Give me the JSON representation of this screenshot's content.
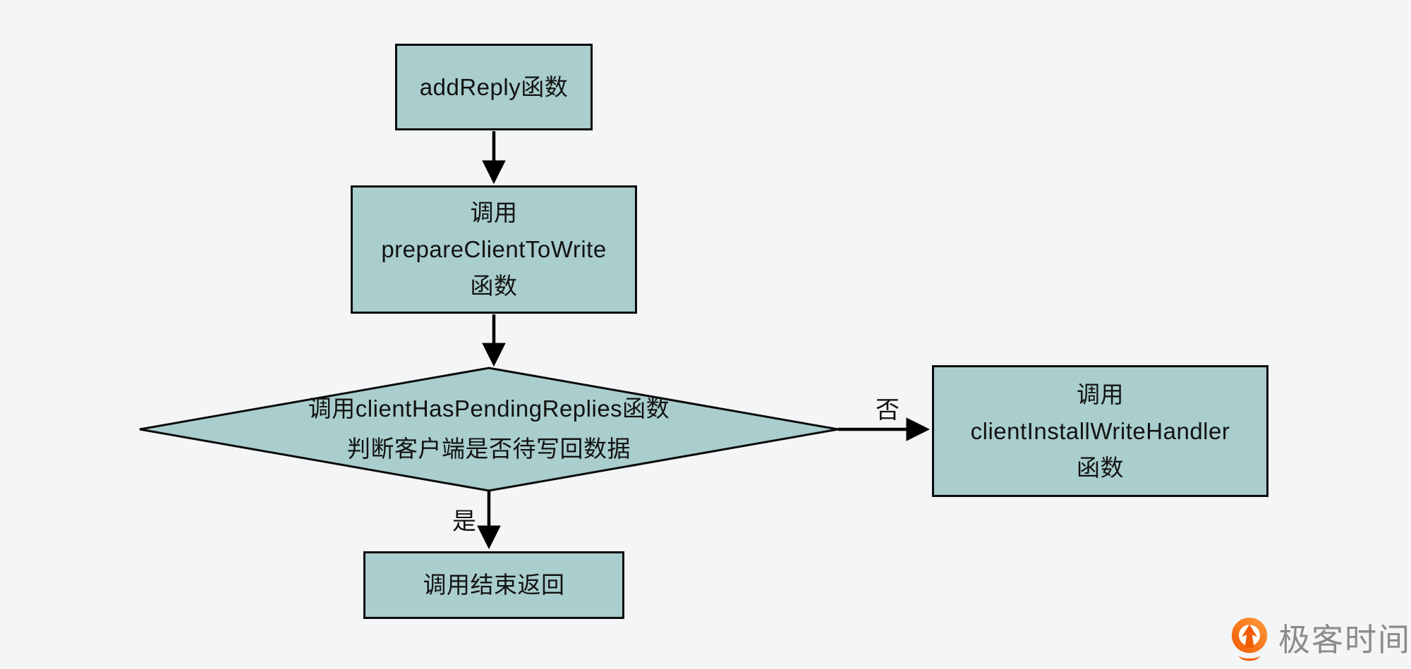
{
  "page": {
    "background_color": "#f3f5f6"
  },
  "palette": {
    "node_fill": "#a9cecd",
    "node_border": "#0a0a0a",
    "arrow_color": "#000000",
    "text_color": "#121212",
    "logo_orange": "#f25c02",
    "logo_text_gray": "#8b8b8b"
  },
  "flowchart": {
    "nodes": {
      "start": {
        "lines": [
          "addReply函数"
        ]
      },
      "prepare": {
        "lines": [
          "调用",
          "prepareClientToWrite",
          "函数"
        ]
      },
      "decision": {
        "lines": [
          "调用clientHasPendingReplies函数",
          "判断客户端是否待写回数据"
        ]
      },
      "install": {
        "lines": [
          "调用",
          "clientInstallWriteHandler",
          "函数"
        ]
      },
      "finish": {
        "lines": [
          "调用结束返回"
        ]
      }
    },
    "edge_labels": {
      "no": "否",
      "yes": "是"
    }
  },
  "branding": {
    "logo_text": "极客时间"
  }
}
